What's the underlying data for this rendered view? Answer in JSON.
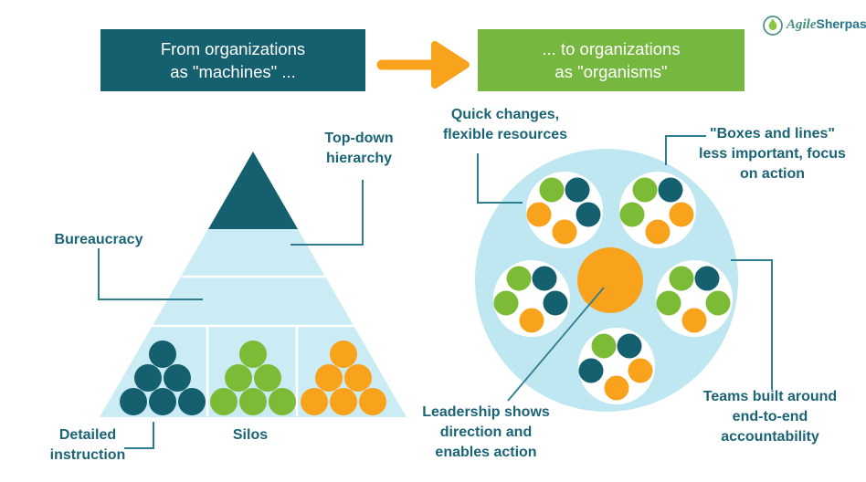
{
  "colors": {
    "palette": {
      "teal": "#15606F",
      "green": "#7CBB35",
      "orange": "#F9A21C"
    },
    "box_teal": "#15606F",
    "box_green": "#76B740",
    "pyramid_blue": "#CBEBF5",
    "circle_blue": "#BFE7F2",
    "label_text": "#1A6476",
    "connector_line": "#2F7E90"
  },
  "logo": {
    "agile": "Agile",
    "sherpas": "Sherpas"
  },
  "header": {
    "from_label": "From organizations\nas \"machines\" ...",
    "to_label": "... to organizations\nas \"organisms\"",
    "arrow_icon": "right-arrow"
  },
  "machine": {
    "labels": {
      "top_down_hierarchy": "Top-down\nhierarchy",
      "bureaucracy": "Bureaucracy",
      "detailed_instruction": "Detailed\ninstruction",
      "silos": "Silos"
    },
    "silo_clusters": [
      {
        "silo": 1,
        "color": "teal",
        "dots": 6
      },
      {
        "silo": 2,
        "color": "green",
        "dots": 6
      },
      {
        "silo": 3,
        "color": "orange",
        "dots": 6
      }
    ]
  },
  "organism": {
    "labels": {
      "quick_changes": "Quick changes,\nflexible resources",
      "boxes_and_lines": "\"Boxes and lines\"\nless important, focus\non action",
      "leadership": "Leadership shows\ndirection and\nenables action",
      "teams_built": "Teams built around\nend-to-end\naccountability"
    },
    "teams": [
      {
        "position": "top-left",
        "dots": [
          "green",
          "teal",
          "orange",
          "teal",
          "orange"
        ]
      },
      {
        "position": "top-right",
        "dots": [
          "green",
          "teal",
          "green",
          "orange",
          "orange"
        ]
      },
      {
        "position": "mid-left",
        "dots": [
          "green",
          "teal",
          "green",
          "teal",
          "orange"
        ]
      },
      {
        "position": "mid-right",
        "dots": [
          "green",
          "teal",
          "green",
          "green",
          "orange"
        ]
      },
      {
        "position": "bottom",
        "dots": [
          "green",
          "teal",
          "teal",
          "orange",
          "orange"
        ]
      }
    ]
  }
}
